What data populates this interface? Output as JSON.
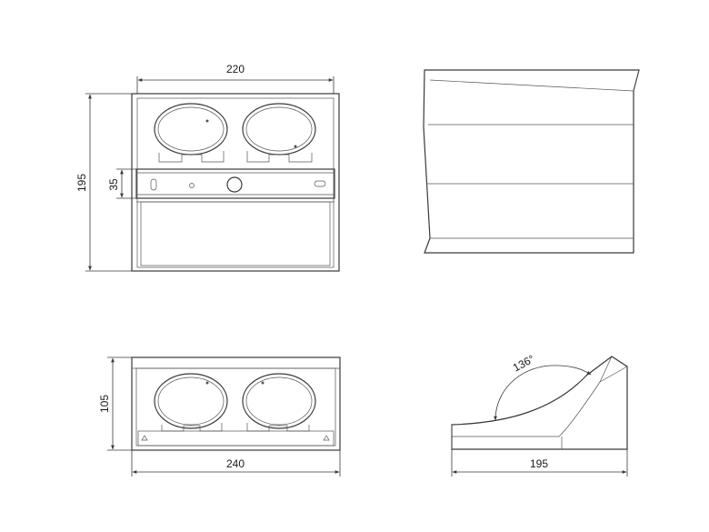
{
  "dimensions": {
    "top_width": "220",
    "height_total": "195",
    "height_small": "35",
    "bottom_height": "105",
    "bottom_width": "240",
    "side_width": "195",
    "angle": "136°"
  }
}
